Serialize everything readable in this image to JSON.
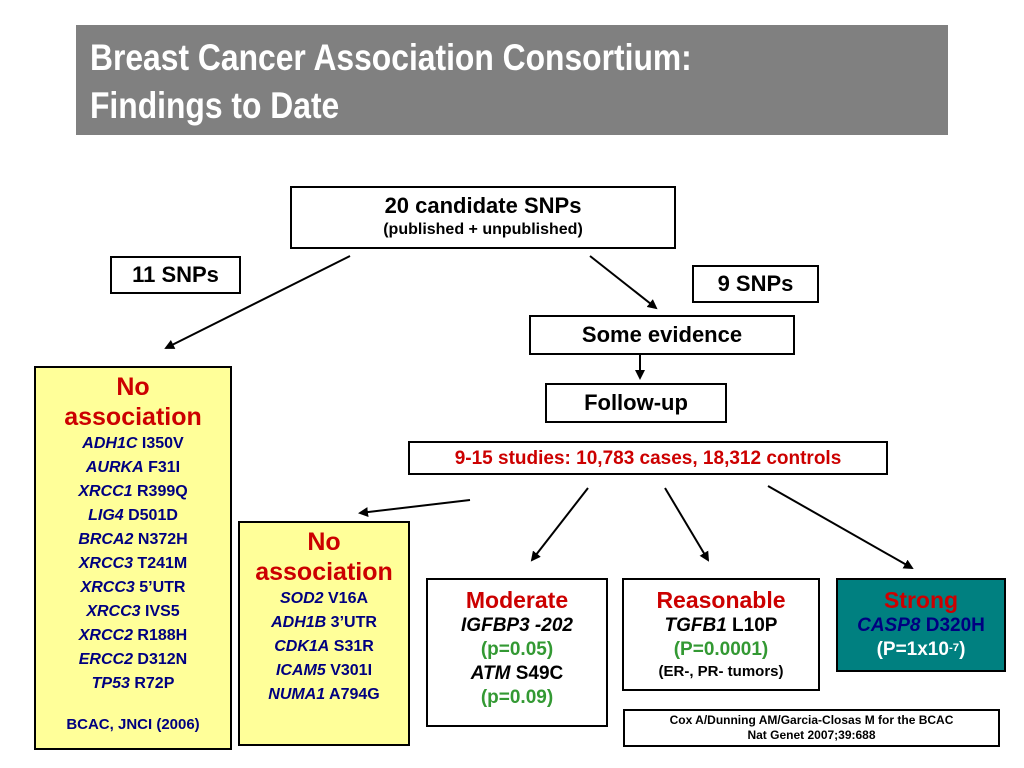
{
  "title": {
    "line1": "Breast Cancer Association Consortium:",
    "line2": "Findings to Date"
  },
  "candidates": {
    "title": "20 candidate SNPs",
    "subtitle": "(published + unpublished)"
  },
  "left_count": "11 SNPs",
  "right_count": "9 SNPs",
  "some_evidence": "Some evidence",
  "follow_up": "Follow-up",
  "studies": "9-15 studies: 10,783 cases, 18,312 controls",
  "no_assoc_1": {
    "heading1": "No",
    "heading2": "association",
    "items": [
      {
        "gene": "ADH1C",
        "variant": " I350V"
      },
      {
        "gene": "AURKA",
        "variant": " F31I"
      },
      {
        "gene": "XRCC1",
        "variant": " R399Q"
      },
      {
        "gene": "LIG4",
        "variant": " D501D"
      },
      {
        "gene": "BRCA2",
        "variant": " N372H"
      },
      {
        "gene": "XRCC3",
        "variant": " T241M"
      },
      {
        "gene": "XRCC3",
        "variant": " 5’UTR"
      },
      {
        "gene": "XRCC3",
        "variant": " IVS5"
      },
      {
        "gene": "XRCC2",
        "variant": " R188H"
      },
      {
        "gene": "ERCC2",
        "variant": " D312N"
      },
      {
        "gene": "TP53",
        "variant": " R72P"
      }
    ],
    "citation": "BCAC, JNCI (2006)"
  },
  "no_assoc_2": {
    "heading1": "No",
    "heading2": "association",
    "items": [
      {
        "gene": "SOD2",
        "variant": " V16A"
      },
      {
        "gene": "ADH1B",
        "variant": " 3’UTR"
      },
      {
        "gene": "CDK1A",
        "variant": " S31R"
      },
      {
        "gene": "ICAM5",
        "variant": " V301I"
      },
      {
        "gene": "NUMA1",
        "variant": " A794G"
      }
    ]
  },
  "moderate": {
    "heading": "Moderate",
    "gene1": "IGFBP3 -202",
    "p1": "(p=0.05)",
    "gene2": "ATM",
    "variant2": " S49C",
    "p2": "(p=0.09)"
  },
  "reasonable": {
    "heading": "Reasonable",
    "gene": "TGFB1",
    "variant": " L10P",
    "p": "(P=0.0001)",
    "note": "(ER-, PR- tumors)"
  },
  "strong": {
    "heading": "Strong",
    "gene": "CASP8",
    "variant": " D320H",
    "p_prefix": "(P=1x10",
    "p_exp": "-7",
    "p_suffix": ")"
  },
  "reference": {
    "line1": "Cox A/Dunning AM/Garcia-Closas M for the BCAC",
    "line2": "Nat Genet 2007;39:688"
  },
  "colors": {
    "title_bar": "#808080",
    "yellow_box": "#ffff99",
    "teal_box": "#008080",
    "red_text": "#cc0000",
    "navy_text": "#000080",
    "green_text": "#339933"
  }
}
